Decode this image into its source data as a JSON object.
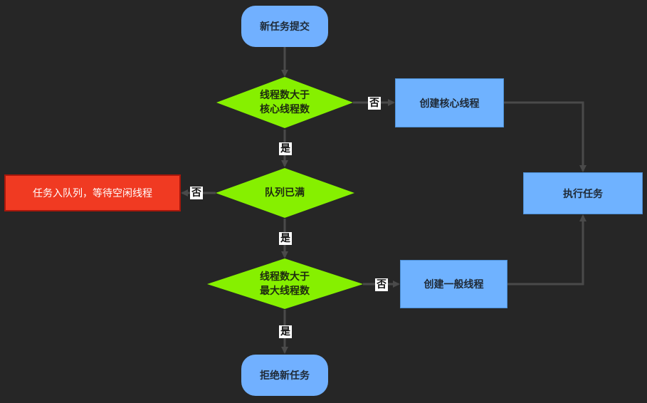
{
  "nodes": {
    "start": "新任务提交",
    "decision1": [
      "线程数大于",
      "核心线程数"
    ],
    "create_core": "创建核心线程",
    "decision2": "队列已满",
    "enqueue": "任务入队列，等待空闲线程",
    "execute": "执行任务",
    "decision3": [
      "线程数大于",
      "最大线程数"
    ],
    "create_normal": "创建一般线程",
    "reject": "拒绝新任务"
  },
  "labels": {
    "yes1": "是",
    "no1": "否",
    "yes2": "是",
    "no2": "否",
    "yes3": "是",
    "no3": "否"
  },
  "colors": {
    "background": "#262626",
    "terminal": "#71b0ff",
    "process": "#6fb2ff",
    "decision": "#86f000",
    "alert": "#f03a22",
    "connector": "#4a4a4a"
  }
}
